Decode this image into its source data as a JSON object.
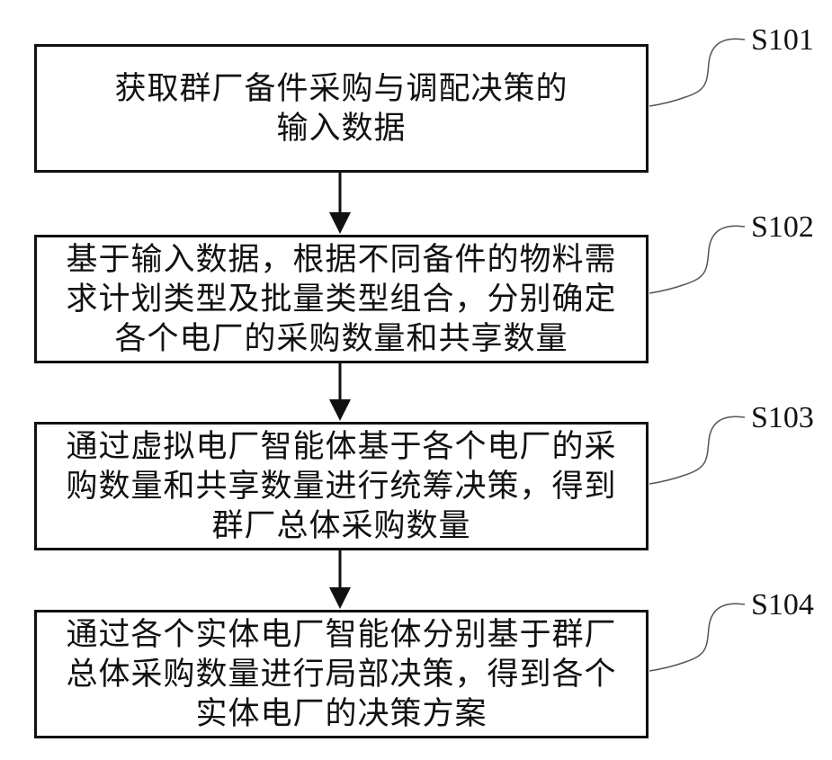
{
  "steps": [
    {
      "id": "S101",
      "text": "获取群厂备件采购与调配决策的\n输入数据"
    },
    {
      "id": "S102",
      "text": "基于输入数据，根据不同备件的物料需\n求计划类型及批量类型组合，分别确定\n各个电厂的采购数量和共享数量"
    },
    {
      "id": "S103",
      "text": "通过虚拟电厂智能体基于各个电厂的采\n购数量和共享数量进行统筹决策，得到\n群厂总体采购数量"
    },
    {
      "id": "S104",
      "text": "通过各个实体电厂智能体分别基于群厂\n总体采购数量进行局部决策，得到各个\n实体电厂的决策方案"
    }
  ],
  "colors": {
    "stroke": "#111111",
    "background": "#ffffff"
  }
}
